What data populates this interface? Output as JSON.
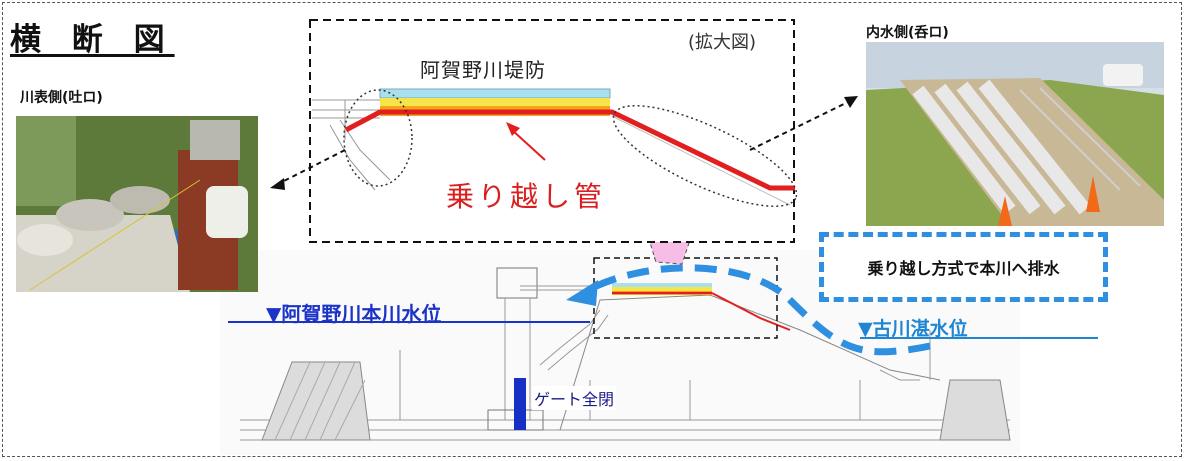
{
  "title": "横 断 図",
  "photo_left": {
    "caption": "川表側(吐ロ)",
    "icon": "photo-outlet-pipes"
  },
  "photo_right": {
    "caption": "内水側(呑ロ)",
    "icon": "photo-inlet-pipes"
  },
  "zoom_view": {
    "tag": "(拡大図)",
    "levee_name": "阿賀野川堤防",
    "pipe_label": "乗り越し管"
  },
  "callout": "乗り越し方式で本川へ排水",
  "water_level_main": "▼阿賀野川本川水位",
  "water_level_inner": "▼古川湛水位",
  "gate_label": "ゲート全閉",
  "colors": {
    "pipe_red": "#e21f1f",
    "levee_orange": "#f7a21b",
    "levee_yellow": "#f5e44a",
    "levee_cyan": "#a8e0ee",
    "water_blue": "#1b33c7",
    "flow_blue": "#2f8fe0",
    "gate_blue": "#1530c2",
    "pink_arrow": "#f6bde6"
  }
}
